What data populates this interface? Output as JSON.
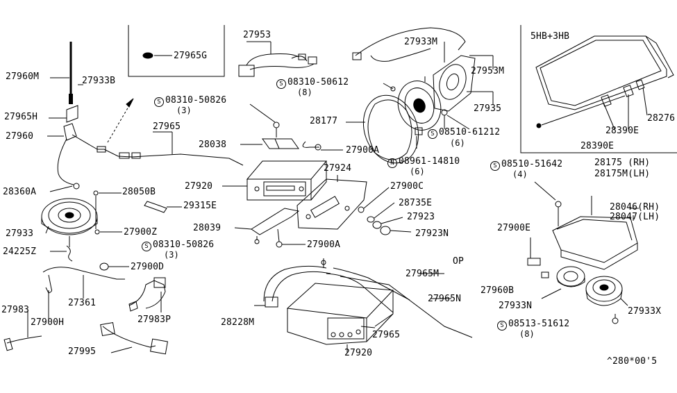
{
  "inset_boxes": {
    "top_left_part": "27965G",
    "hatch_title": "5HB+3HB",
    "hatch_parts": [
      "28276",
      "28390E",
      "28390E"
    ]
  },
  "labels": {
    "p27960M": "27960M",
    "p27933B": "27933B",
    "p27965H": "27965H",
    "p27960": "27960",
    "p28360A": "28360A",
    "p27933": "27933",
    "p24225Z": "24225Z",
    "p27983": "27983",
    "p27900H": "27900H",
    "p27361": "27361",
    "p27995": "27995",
    "p27900D": "27900D",
    "p27983P": "27983P",
    "p28050B": "28050B",
    "p29315E": "29315E",
    "p27900Z": "27900Z",
    "p27953": "27953",
    "p27965": "27965",
    "p28038": "28038",
    "p27920": "27920",
    "p28039": "28039",
    "p27900A_1": "27900A",
    "p27900A_2": "27900A",
    "p27924": "27924",
    "p27900C": "27900C",
    "p28735E": "28735E",
    "p27923": "27923",
    "p27923N": "27923N",
    "p27933M": "27933M",
    "p27953M": "27953M",
    "p27935": "27935",
    "p28177": "28177",
    "p28228M": "28228M",
    "p27965M": "27965M",
    "p27965N": "27965N",
    "p27965b": "27965",
    "p27920b": "27920",
    "p28175": "28175 (RH)",
    "p28175M": "28175M(LH)",
    "p28046": "28046(RH)",
    "p28047": "28047(LH)",
    "p27900E": "27900E",
    "p27960B": "27960B",
    "p27933N": "27933N",
    "p27933X": "27933X",
    "op": "OP",
    "footer_code": "^280*00'5"
  },
  "screw_callouts": {
    "s1": {
      "symbol": "S",
      "part": "08310-50826",
      "qty": "(3)"
    },
    "s2": {
      "symbol": "S",
      "part": "08310-50612",
      "qty": "(8)"
    },
    "s3": {
      "symbol": "S",
      "part": "08510-61212",
      "qty": "(6)"
    },
    "n1": {
      "symbol": "N",
      "part": "08961-14810",
      "qty": "(6)"
    },
    "s4": {
      "symbol": "S",
      "part": "08310-50826",
      "qty": "(3)"
    },
    "s5": {
      "symbol": "S",
      "part": "08510-51642",
      "qty": "(4)"
    },
    "s6": {
      "symbol": "S",
      "part": "08513-51612",
      "qty": "(8)"
    }
  }
}
